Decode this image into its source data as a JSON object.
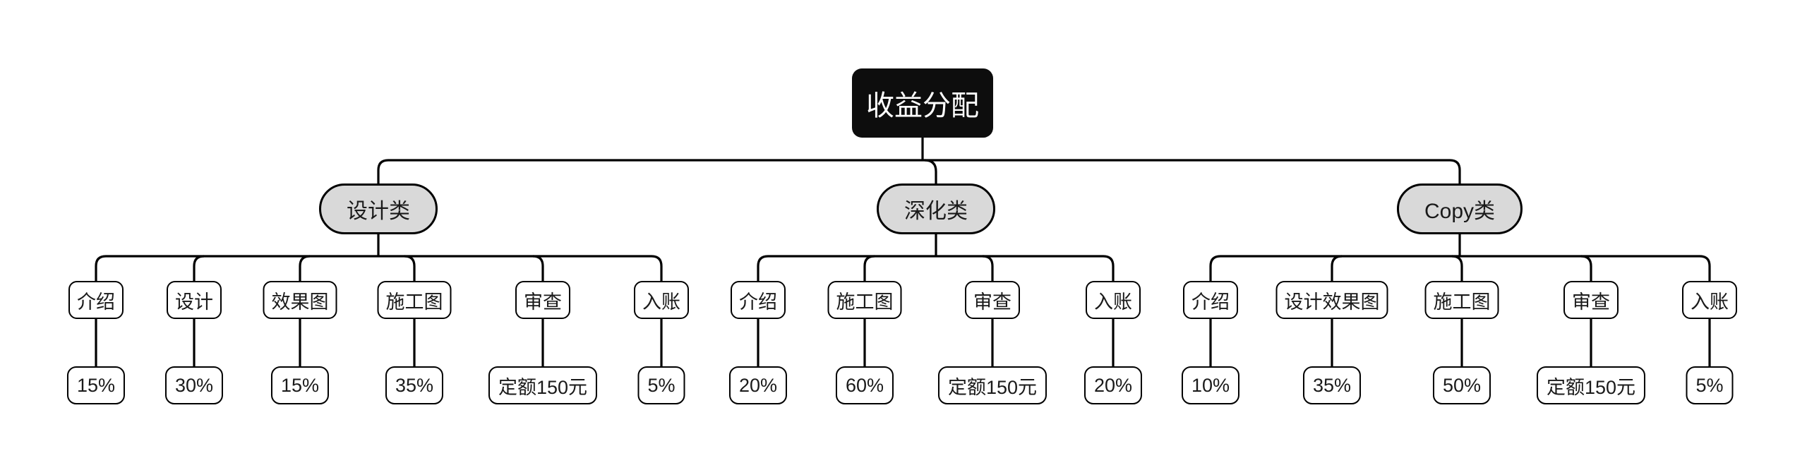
{
  "diagram": {
    "type": "mindmap-tree",
    "root_label": "收益分配",
    "branches": [
      {
        "label": "设计类",
        "children": [
          {
            "label": "介绍",
            "value": "15%"
          },
          {
            "label": "设计",
            "value": "30%"
          },
          {
            "label": "效果图",
            "value": "15%"
          },
          {
            "label": "施工图",
            "value": "35%"
          },
          {
            "label": "审查",
            "value": "定额150元"
          },
          {
            "label": "入账",
            "value": "5%"
          }
        ]
      },
      {
        "label": "深化类",
        "children": [
          {
            "label": "介绍",
            "value": "20%"
          },
          {
            "label": "施工图",
            "value": "60%"
          },
          {
            "label": "审查",
            "value": "定额150元"
          },
          {
            "label": "入账",
            "value": "20%"
          }
        ]
      },
      {
        "label": "Copy类",
        "children": [
          {
            "label": "介绍",
            "value": "10%"
          },
          {
            "label": "设计效果图",
            "value": "35%"
          },
          {
            "label": "施工图",
            "value": "50%"
          },
          {
            "label": "审查",
            "value": "定额150元"
          },
          {
            "label": "入账",
            "value": "5%"
          }
        ]
      }
    ],
    "colors": {
      "background": "#ffffff",
      "root_fill": "#0d0d0d",
      "root_text": "#ffffff",
      "branch_fill": "#d9d9d9",
      "leaf_fill": "#ffffff",
      "line": "#000000",
      "text": "#1a1a1a"
    }
  }
}
